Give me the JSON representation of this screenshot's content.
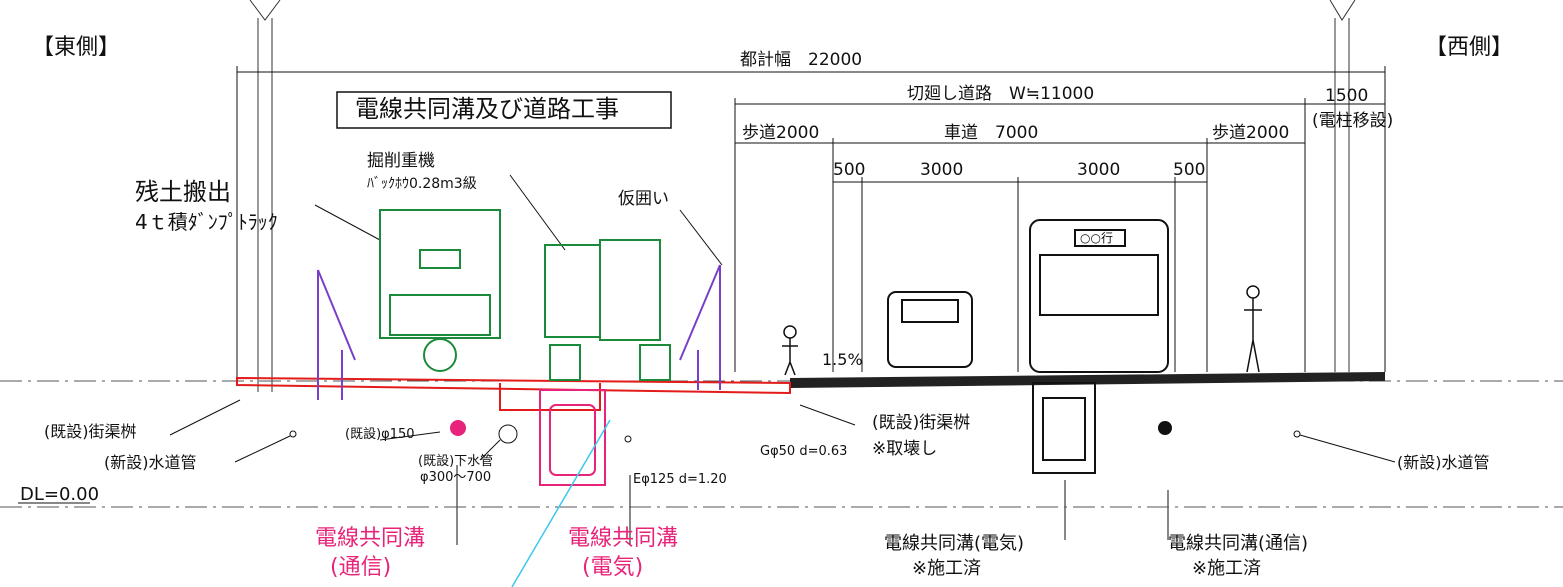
{
  "sides": {
    "east": "【東側】",
    "west": "【西側】"
  },
  "title": "電線共同溝及び道路工事",
  "dims": {
    "total": "都計幅　22000",
    "frontage_road": "切廻し道路　W≒11000",
    "pole_strip": "1500",
    "pole_note": "(電柱移設)",
    "sidewalk_left": "歩道2000",
    "carriageway": "車道　7000",
    "sidewalk_right": "歩道2000",
    "shoulder_left": "500",
    "lane_left": "3000",
    "lane_right": "3000",
    "shoulder_right": "500",
    "slope": "1.5%"
  },
  "labels": {
    "soil_removal": "残土搬出",
    "dump_truck": "4ｔ積ﾀﾞﾝﾌﾟﾄﾗｯｸ",
    "excavator": "掘削重機",
    "backhoe": "ﾊﾞｯｸﾎｳ0.28m3級",
    "fence": "仮囲い",
    "bus_sign": "○○行",
    "existing_gully_left": "(既設)街渠桝",
    "new_water_left": "(新設)水道管",
    "existing_pipe150": "(既設)φ150",
    "existing_sewer": "(既設)下水管",
    "sewer_size": "φ300～700",
    "e_pipe": "Eφ125 d=1.20",
    "g_pipe": "Gφ50 d=0.63",
    "existing_gully_right": "(既設)街渠桝",
    "remove_note": "※取壊し",
    "new_water_right": "(新設)水道管",
    "datum": "DL=0.00"
  },
  "bottom": {
    "comm_new_1": "電線共同溝",
    "comm_new_2": "(通信)",
    "elec_new_1": "電線共同溝",
    "elec_new_2": "(電気)",
    "elec_done_1": "電線共同溝(電気)",
    "elec_done_2": "※施工済",
    "comm_done_1": "電線共同溝(通信)",
    "comm_done_2": "※施工済"
  },
  "colors": {
    "line": "#111111",
    "truck": "#1b8a3a",
    "fence": "#7a3fc9",
    "new_work": "#e8247a",
    "cut": "#e31b1b",
    "cable": "#39c9f0"
  }
}
